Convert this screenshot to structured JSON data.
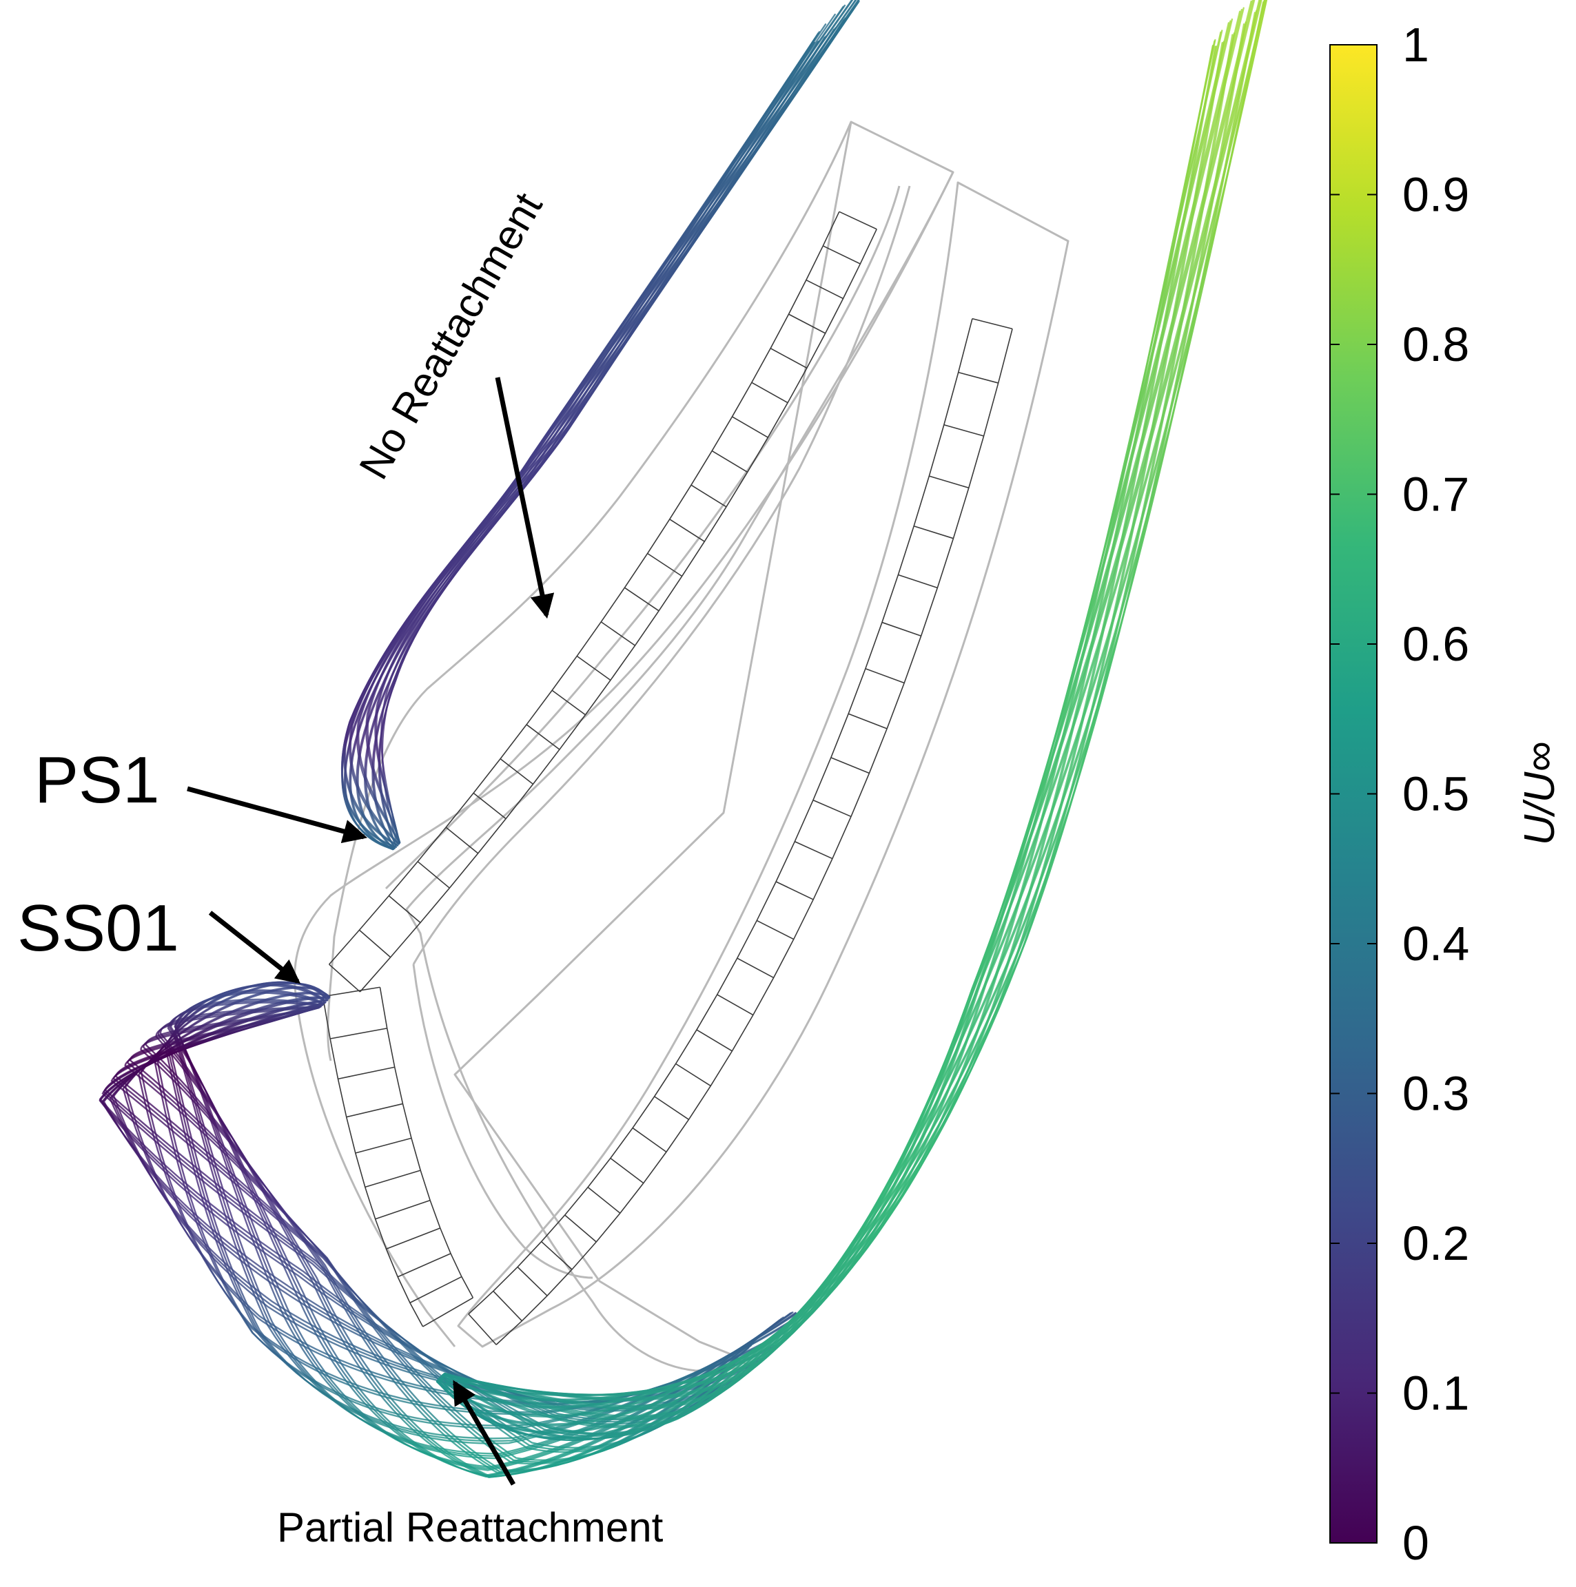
{
  "labels": {
    "ps1": "PS1",
    "ss01": "SS01",
    "no_reattachment": "No Reattachment",
    "partial_reattachment": "Partial Reattachment"
  },
  "colorbar": {
    "label": "U/U∞",
    "min": 0,
    "max": 1,
    "ticks": [
      "0",
      "0.1",
      "0.2",
      "0.3",
      "0.4",
      "0.5",
      "0.6",
      "0.7",
      "0.8",
      "0.9",
      "1"
    ],
    "colormap": "viridis",
    "colormap_stops": [
      "#440154",
      "#482878",
      "#3e4989",
      "#31688e",
      "#26828e",
      "#1f9e89",
      "#35b779",
      "#6ece58",
      "#b5de2b",
      "#fde725"
    ]
  },
  "streamline_groups": [
    {
      "name": "ps1-streamlines",
      "u_start": 0.35,
      "u_end": 0.33
    },
    {
      "name": "ss01-streamlines",
      "u_start": 0.3,
      "u_end": 0.42
    },
    {
      "name": "downstream-streamlines",
      "u_start": 0.55,
      "u_end": 0.9
    }
  ]
}
